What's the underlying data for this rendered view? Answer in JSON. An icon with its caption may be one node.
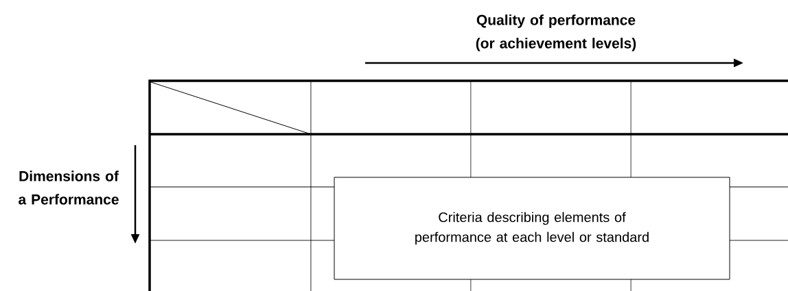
{
  "diagram": {
    "nodes": [
      {
        "text": [
          "Criteria describing elements of performance at each level or standard"
        ]
      }
    ],
    "labels": [
      "Quality of performance (or achievement levels)",
      "Dimensions of a Performance"
    ]
  }
}
